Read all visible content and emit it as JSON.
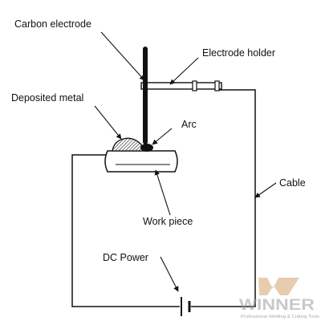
{
  "labels": {
    "carbon_electrode": "Carbon electrode",
    "electrode_holder": "Electrode holder",
    "deposited_metal": "Deposited metal",
    "arc": "Arc",
    "cable": "Cable",
    "work_piece": "Work piece",
    "dc_power": "DC Power"
  },
  "watermark": {
    "brand": "WINNER",
    "tagline": "Professional Welding & Cutting Tools",
    "colors": {
      "logo": "#c98f4e",
      "text": "#9a9a9a"
    }
  }
}
